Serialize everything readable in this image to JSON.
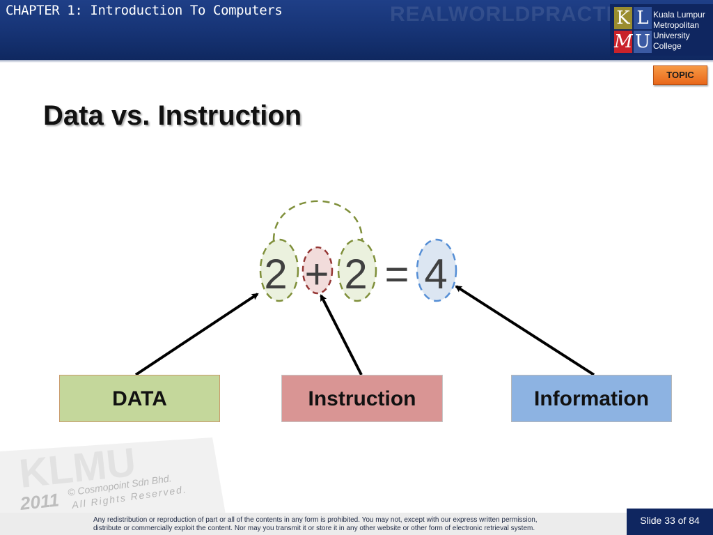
{
  "header": {
    "chapter_title": "CHAPTER 1: Introduction To Computers",
    "watermark": "REALWORLDPRACTICE",
    "logo": {
      "letters": [
        "K",
        "L",
        "M",
        "U"
      ],
      "lines": [
        "Kuala Lumpur",
        "Metropolitan",
        "University",
        "College"
      ]
    }
  },
  "topic_button": {
    "label": "TOPIC"
  },
  "slide": {
    "title": "Data vs. Instruction",
    "equation": {
      "operand1": "2",
      "operator": "+",
      "operand2": "2",
      "equals": "=",
      "result": "4"
    },
    "boxes": {
      "data": "DATA",
      "instruction": "Instruction",
      "information": "Information"
    }
  },
  "watermark_logo": {
    "brand": "KLMU",
    "year": "2011",
    "copyright": "© Cosmopoint Sdn Bhd.",
    "rights": "All Rights Reserved."
  },
  "footer": {
    "notice_line1": "Any redistribution or reproduction of part or all of the contents in any form is prohibited. You may not, except with our express written permission,",
    "notice_line2": "distribute or commercially exploit the content. Nor may you transmit it or store it in any other website or other form of electronic retrieval system.",
    "slide_counter": "Slide 33 of 84"
  },
  "colors": {
    "header_blue": "#163374",
    "data_green": "#c4d79b",
    "instruction_red": "#d99594",
    "information_blue": "#8db3e2",
    "topic_orange": "#f28a36"
  }
}
